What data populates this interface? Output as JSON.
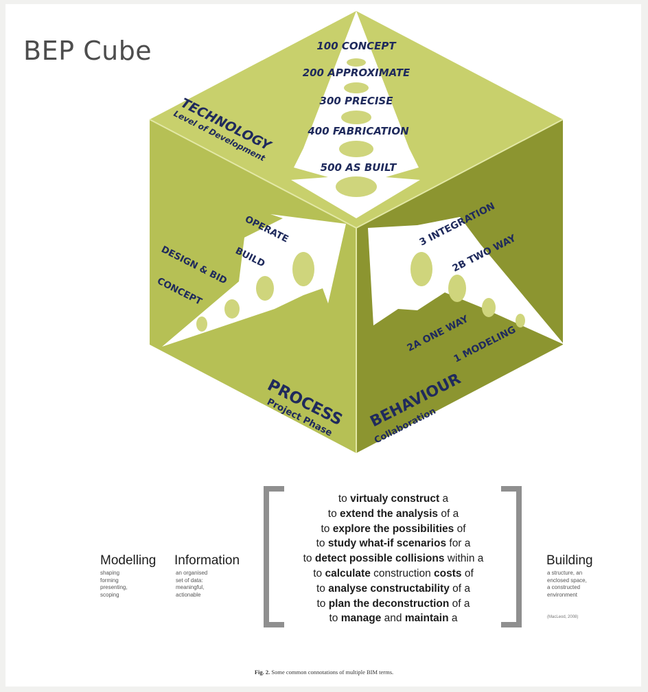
{
  "title": "BEP Cube",
  "colors": {
    "top_face": "#c8d06c",
    "left_face": "#b6c055",
    "right_face": "#8c9530",
    "arrow": "#ffffff",
    "steps": "#cfd57c",
    "text": "#1f2a5c"
  },
  "cube": {
    "technology": {
      "title": "TECHNOLOGY",
      "subtitle": "Level of Development",
      "levels": [
        "100 CONCEPT",
        "200 APPROXIMATE",
        "300 PRECISE",
        "400 FABRICATION",
        "500 AS BUILT"
      ]
    },
    "process": {
      "title": "PROCESS",
      "subtitle": "Project Phase",
      "phases": [
        "CONCEPT",
        "DESIGN & BID",
        "BUILD",
        "OPERATE"
      ]
    },
    "behaviour": {
      "title": "BEHAVIOUR",
      "subtitle": "Collaboration",
      "levels": [
        "1 MODELING",
        "2A ONE WAY",
        "2B TWO WAY",
        "3 INTEGRATION"
      ]
    }
  },
  "bim": {
    "modelling": {
      "term": "Modelling",
      "definition": "shaping\nforming\npresenting,\nscoping"
    },
    "information": {
      "term": "Information",
      "definition": "an organised\nset of data:\nmeaningful,\nactionable"
    },
    "building": {
      "term": "Building",
      "definition": "a structure, an\nenclosed space,\na constructed\nenvironment"
    },
    "credit": "(MacLeod, 2008)",
    "phrases": [
      [
        [
          "to ",
          false
        ],
        [
          "virtualy construct",
          true
        ],
        [
          " a",
          false
        ]
      ],
      [
        [
          "to ",
          false
        ],
        [
          "extend the analysis",
          true
        ],
        [
          " of a",
          false
        ]
      ],
      [
        [
          "to ",
          false
        ],
        [
          "explore the possibilities",
          true
        ],
        [
          " of",
          false
        ]
      ],
      [
        [
          "to ",
          false
        ],
        [
          "study what-if scenarios",
          true
        ],
        [
          " for a",
          false
        ]
      ],
      [
        [
          "to ",
          false
        ],
        [
          "detect possible collisions",
          true
        ],
        [
          " within a",
          false
        ]
      ],
      [
        [
          "to ",
          false
        ],
        [
          "calculate",
          true
        ],
        [
          " construction ",
          false
        ],
        [
          "costs",
          true
        ],
        [
          " of",
          false
        ]
      ],
      [
        [
          "to ",
          false
        ],
        [
          "analyse constructability",
          true
        ],
        [
          " of a",
          false
        ]
      ],
      [
        [
          "to ",
          false
        ],
        [
          "plan the deconstruction",
          true
        ],
        [
          " of a",
          false
        ]
      ],
      [
        [
          "to ",
          false
        ],
        [
          "manage",
          true
        ],
        [
          " and ",
          false
        ],
        [
          "maintain",
          true
        ],
        [
          " a",
          false
        ]
      ]
    ]
  },
  "caption": {
    "label": "Fig. 2.",
    "text": " Some common connotations of multiple BIM terms."
  }
}
